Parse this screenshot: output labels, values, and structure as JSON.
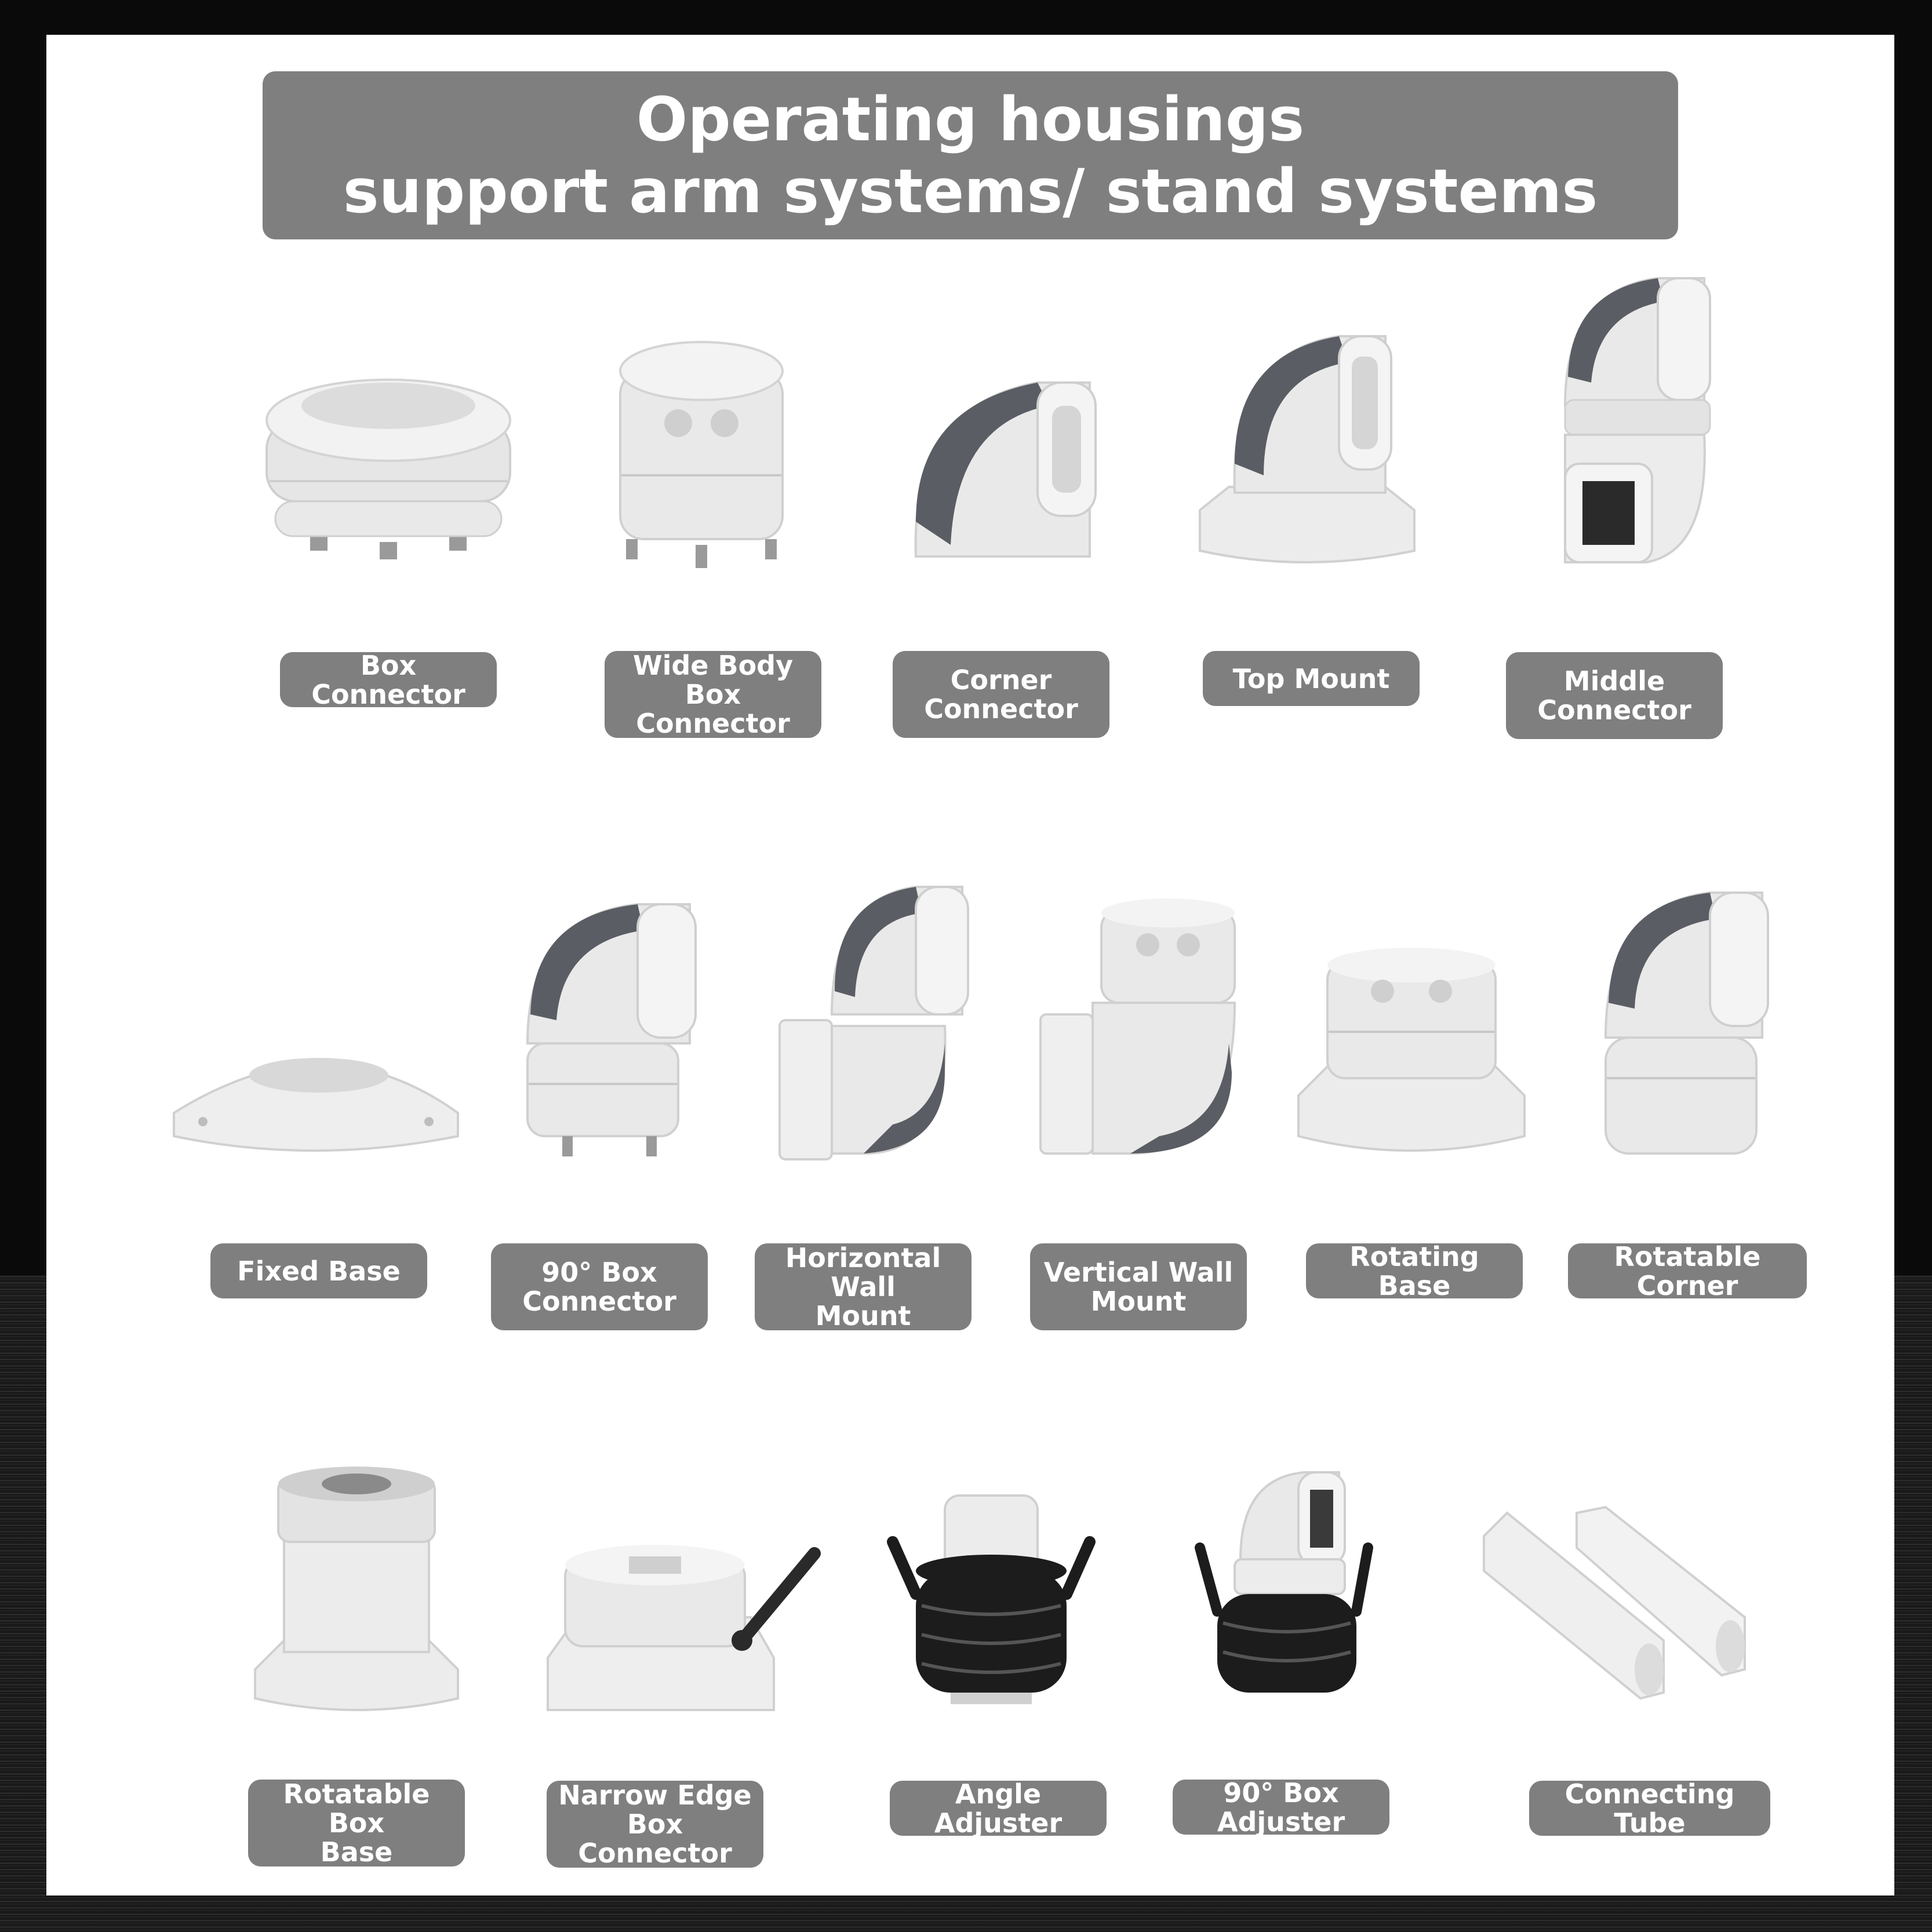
{
  "title": {
    "line1": "Operating housings",
    "line2": "support arm systems/ stand systems"
  },
  "products": [
    {
      "label": "Box Connector",
      "icon": "box-connector-icon"
    },
    {
      "label": "Wide Body Box\nConnector",
      "icon": "wide-body-box-connector-icon"
    },
    {
      "label": "Corner\nConnector",
      "icon": "corner-connector-icon"
    },
    {
      "label": "Top Mount",
      "icon": "top-mount-icon"
    },
    {
      "label": "Middle\nConnector",
      "icon": "middle-connector-icon"
    },
    {
      "label": "Fixed Base",
      "icon": "fixed-base-icon"
    },
    {
      "label": "90° Box\nConnector",
      "icon": "90-box-connector-icon"
    },
    {
      "label": "Horizontal Wall\nMount",
      "icon": "horizontal-wall-mount-icon"
    },
    {
      "label": "Vertical Wall\nMount",
      "icon": "vertical-wall-mount-icon"
    },
    {
      "label": "Rotating Base",
      "icon": "rotating-base-icon"
    },
    {
      "label": "Rotatable Corner",
      "icon": "rotatable-corner-icon"
    },
    {
      "label": "Rotatable Box\nBase",
      "icon": "rotatable-box-base-icon"
    },
    {
      "label": "Narrow Edge\nBox Connector",
      "icon": "narrow-edge-box-connector-icon"
    },
    {
      "label": "Angle Adjuster",
      "icon": "angle-adjuster-icon"
    },
    {
      "label": "90° Box Adjuster",
      "icon": "90-box-adjuster-icon"
    },
    {
      "label": "Connecting Tube",
      "icon": "connecting-tube-icon"
    }
  ],
  "colors": {
    "banner": "#7f7f7f",
    "panel": "#ffffff",
    "housing": "#e9e9e9",
    "accent": "#5a5d63",
    "bellows": "#1c1c1c"
  }
}
